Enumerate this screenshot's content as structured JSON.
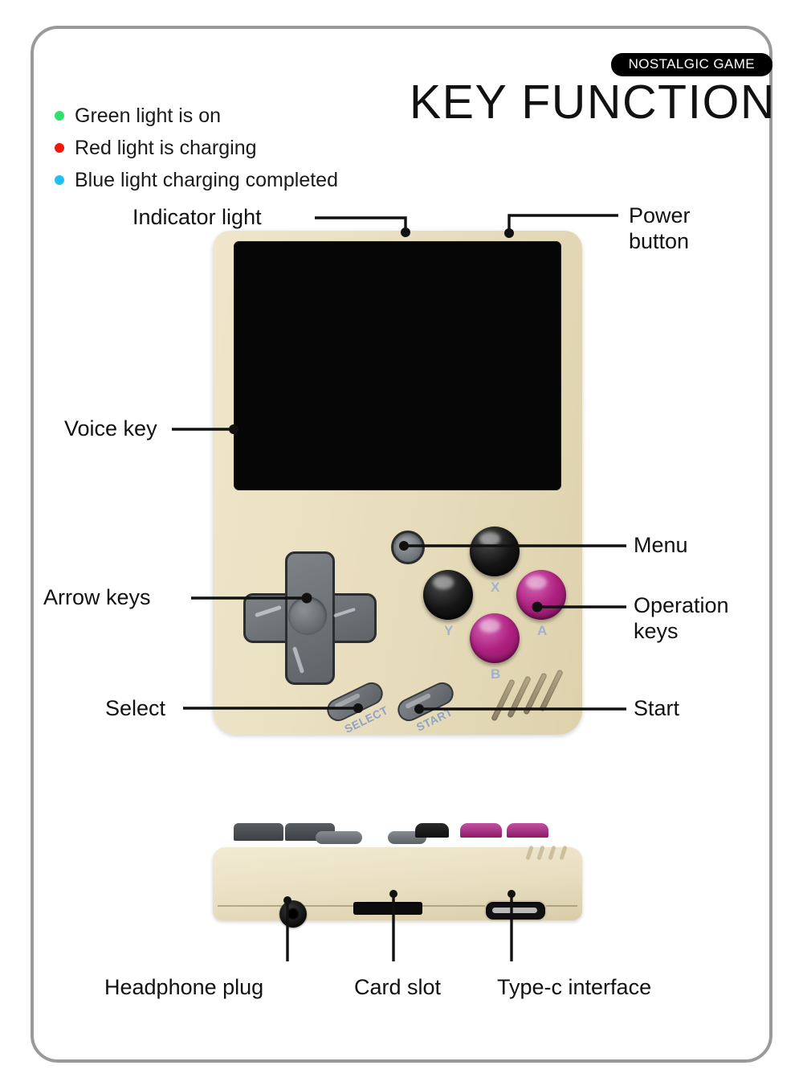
{
  "header": {
    "badge": "NOSTALGIC GAME",
    "title": "KEY FUNCTION"
  },
  "legend": [
    {
      "text": "Green light is on",
      "color": "#2fe06a"
    },
    {
      "text": "Red light is charging",
      "color": "#f5150f"
    },
    {
      "text": "Blue light charging completed",
      "color": "#1fbff0"
    }
  ],
  "callouts": {
    "indicator_light": "Indicator light",
    "power_button_line1": "Power",
    "power_button_line2": "button",
    "voice_key": "Voice key",
    "arrow_keys": "Arrow keys",
    "select": "Select",
    "menu": "Menu",
    "operation_keys_line1": "Operation",
    "operation_keys_line2": "keys",
    "start": "Start"
  },
  "bottom_callouts": {
    "headphone_plug": "Headphone plug",
    "card_slot": "Card slot",
    "type_c": "Type-c interface"
  },
  "device": {
    "button_labels": {
      "x": "X",
      "y": "Y",
      "a": "A",
      "b": "B"
    },
    "select_label": "SELECT",
    "start_label": "START"
  },
  "colors": {
    "body": "#e9dfc0",
    "screen": "#060606",
    "dpad": "#6b7074",
    "action_black": "#141414",
    "action_magenta": "#ae2180",
    "frame_border": "#9a9a9a",
    "badge_bg": "#000000",
    "letter_label": "#9fb2cf"
  }
}
